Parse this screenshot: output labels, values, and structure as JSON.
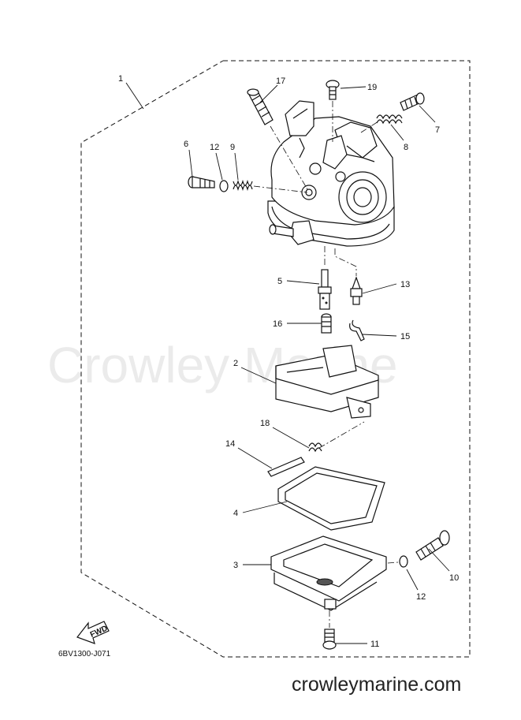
{
  "watermark": "Crowley Marine",
  "site_footer": "crowleymarine.com",
  "drawing_code": "6BV1300-J071",
  "direction_label": "FWD",
  "callouts": {
    "c1": "1",
    "c17": "17",
    "c19": "19",
    "c7": "7",
    "c8": "8",
    "c6": "6",
    "c12a": "12",
    "c9": "9",
    "c5": "5",
    "c13": "13",
    "c16": "16",
    "c15": "15",
    "c2": "2",
    "c18": "18",
    "c14": "14",
    "c4": "4",
    "c3": "3",
    "c10": "10",
    "c12b": "12",
    "c11": "11"
  }
}
